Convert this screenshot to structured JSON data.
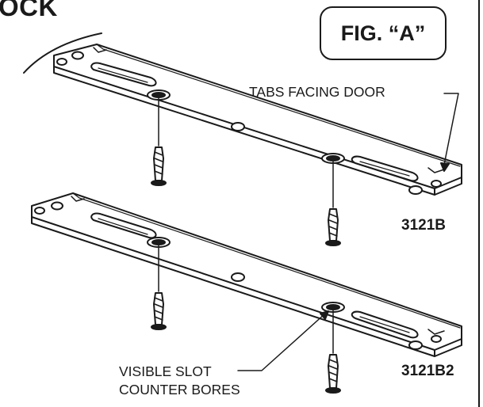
{
  "heading": "OCK",
  "figure_label": "FIG. “A”",
  "callouts": {
    "tabs": "TABS FACING DOOR",
    "slot_line1": "VISIBLE SLOT",
    "slot_line2": "COUNTER BORES"
  },
  "parts": {
    "upper": "3121B",
    "lower": "3121B2"
  },
  "colors": {
    "ink": "#1a1a1a",
    "background": "#ffffff"
  },
  "icons": [
    "screw-icon",
    "hinge-plate",
    "leader-arrow"
  ]
}
